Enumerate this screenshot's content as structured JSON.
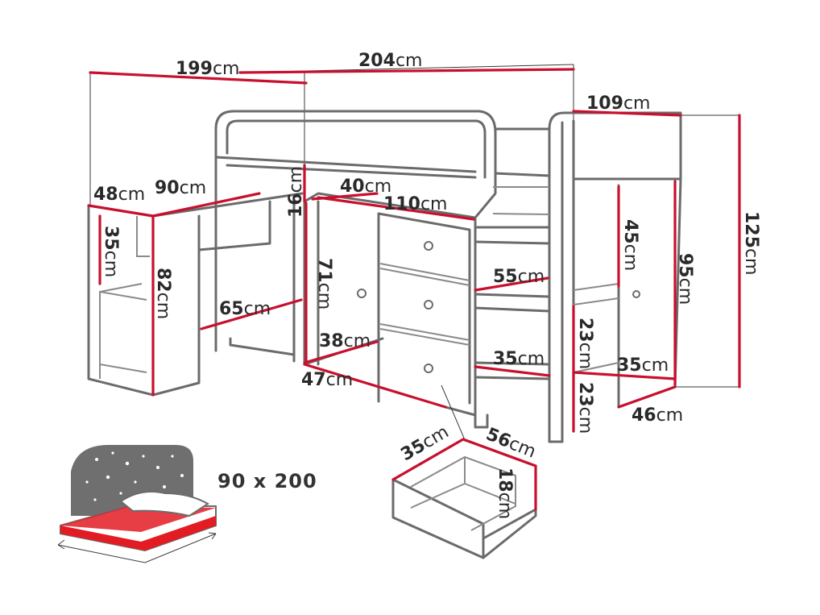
{
  "colors": {
    "outline": "#6b6b6b",
    "dimension_line": "#c8102e",
    "mattress": "#e31b23",
    "night_sky": "#6f6f6f"
  },
  "dimensions": {
    "d199": {
      "value": "199",
      "unit": "cm"
    },
    "d204": {
      "value": "204",
      "unit": "cm"
    },
    "d109": {
      "value": "109",
      "unit": "cm"
    },
    "d48": {
      "value": "48",
      "unit": "cm"
    },
    "d90": {
      "value": "90",
      "unit": "cm"
    },
    "d16": {
      "value": "16",
      "unit": "cm"
    },
    "d40": {
      "value": "40",
      "unit": "cm"
    },
    "d110": {
      "value": "110",
      "unit": "cm"
    },
    "d125": {
      "value": "125",
      "unit": "cm"
    },
    "d35a": {
      "value": "35",
      "unit": "cm"
    },
    "d82": {
      "value": "82",
      "unit": "cm"
    },
    "d71": {
      "value": "71",
      "unit": "cm"
    },
    "d45": {
      "value": "45",
      "unit": "cm"
    },
    "d95": {
      "value": "95",
      "unit": "cm"
    },
    "d55": {
      "value": "55",
      "unit": "cm"
    },
    "d65": {
      "value": "65",
      "unit": "cm"
    },
    "d38": {
      "value": "38",
      "unit": "cm"
    },
    "d35b": {
      "value": "35",
      "unit": "cm"
    },
    "d23a": {
      "value": "23",
      "unit": "cm"
    },
    "d35c": {
      "value": "35",
      "unit": "cm"
    },
    "d47": {
      "value": "47",
      "unit": "cm"
    },
    "d23b": {
      "value": "23",
      "unit": "cm"
    },
    "d46": {
      "value": "46",
      "unit": "cm"
    },
    "d35d": {
      "value": "35",
      "unit": "cm"
    },
    "d56": {
      "value": "56",
      "unit": "cm"
    },
    "d18": {
      "value": "18",
      "unit": "cm"
    }
  },
  "mattress_size": "90 x 200"
}
